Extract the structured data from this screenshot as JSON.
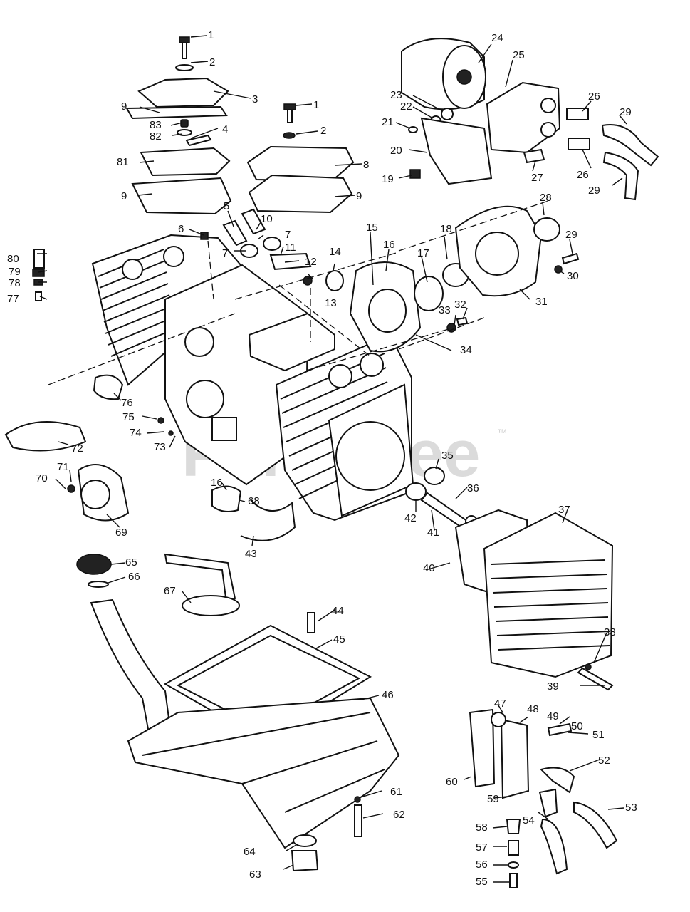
{
  "watermark": {
    "text": "PartsTree",
    "trademark": "™"
  },
  "callouts": [
    "1",
    "2",
    "3",
    "9",
    "83",
    "82",
    "4",
    "1",
    "2",
    "81",
    "8",
    "9",
    "9",
    "5",
    "10",
    "6",
    "7",
    "7",
    "11",
    "12",
    "13",
    "14",
    "15",
    "16",
    "17",
    "18",
    "19",
    "20",
    "21",
    "22",
    "23",
    "24",
    "25",
    "26",
    "26",
    "27",
    "28",
    "29",
    "29",
    "29",
    "30",
    "31",
    "32",
    "33",
    "34",
    "35",
    "36",
    "37",
    "38",
    "39",
    "40",
    "41",
    "42",
    "43",
    "44",
    "45",
    "46",
    "47",
    "48",
    "49",
    "50",
    "51",
    "52",
    "53",
    "54",
    "55",
    "56",
    "57",
    "58",
    "59",
    "60",
    "61",
    "62",
    "63",
    "64",
    "65",
    "66",
    "67",
    "68",
    "16",
    "69",
    "70",
    "71",
    "72",
    "73",
    "74",
    "75",
    "76",
    "77",
    "78",
    "79",
    "80"
  ]
}
